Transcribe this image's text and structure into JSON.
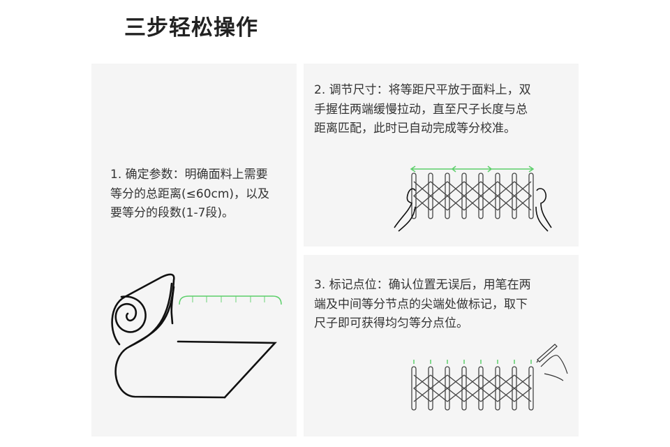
{
  "title": "三步轻松操作",
  "steps": [
    {
      "lines": [
        "1. 确定参数：明确面料上需要",
        "等分的总距离(≤60cm)，以及",
        "要等分的段数(1-7段)。"
      ]
    },
    {
      "lines": [
        "2. 调节尺寸：将等距尺平放于面料上，双",
        "手握住两端缓慢拉动，直至尺子长度与总",
        "距离匹配，此时已自动完成等分校准。"
      ]
    },
    {
      "lines": [
        "3. 标记点位：确认位置无误后，用笔在两",
        "端及中间等分节点的尖端处做标记，取下",
        "尺子即可获得均匀等分点位。"
      ]
    }
  ],
  "colors": {
    "accent": "#5ccf6a",
    "panel": "#f5f5f5"
  }
}
